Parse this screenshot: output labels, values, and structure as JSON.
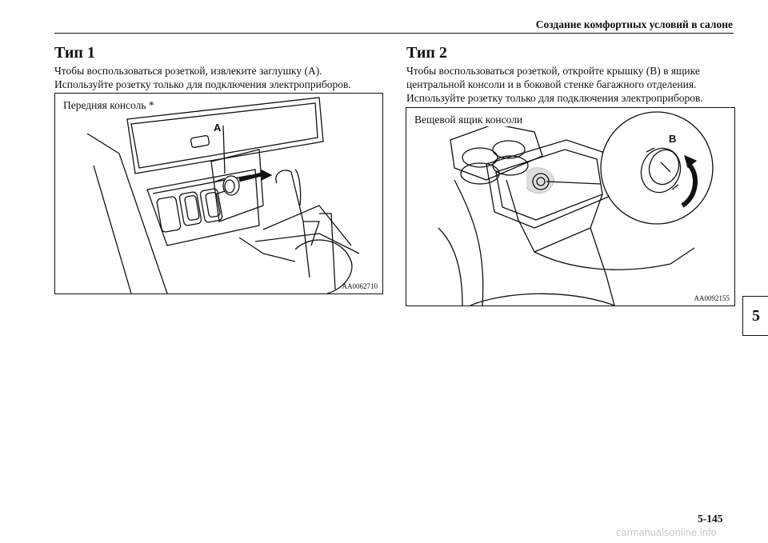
{
  "header": {
    "title": "Создание комфортных условий в салоне"
  },
  "left": {
    "title": "Тип 1",
    "lines": [
      "Чтобы воспользоваться розеткой, извлеките заглушку (A).",
      "Используйте розетку только для подключения электроприборов."
    ],
    "figure": {
      "label": "Передняя консоль *",
      "callout": "A",
      "code": "AA0062710"
    }
  },
  "right": {
    "title": "Тип 2",
    "lines": [
      "Чтобы воспользоваться розеткой, откройте крышку (B) в ящике",
      "центральной консоли и в боковой стенке багажного отделения.",
      "Используйте розетку только для подключения электроприборов."
    ],
    "figure": {
      "label": "Вещевой ящик консоли",
      "callout": "B",
      "code": "AA0092155"
    }
  },
  "section_tab": "5",
  "page_number": "5-145",
  "watermark": "carmanualsonline.info"
}
